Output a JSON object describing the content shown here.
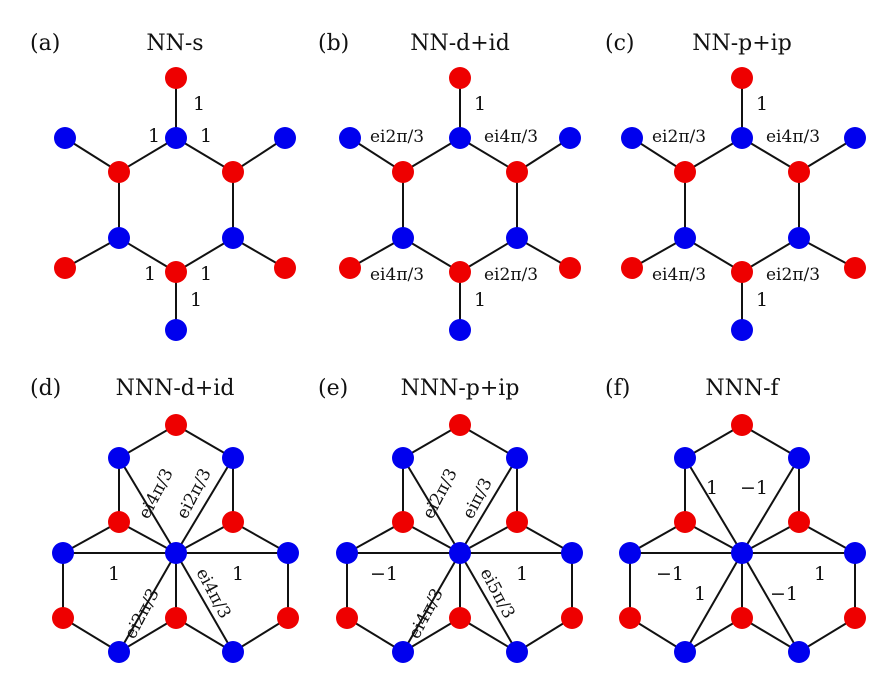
{
  "colors": {
    "site_a": "#ee0000",
    "site_b": "#0000ee",
    "bond": "#111111"
  },
  "panels": [
    {
      "tag": "(a)",
      "title": "NN-s",
      "labels": [
        "1",
        "1",
        "1",
        "1",
        "1",
        "1"
      ]
    },
    {
      "tag": "(b)",
      "title": "NN-d+id",
      "labels": [
        "1",
        "ei2π/3",
        "ei4π/3",
        "ei4π/3",
        "ei2π/3",
        "1"
      ]
    },
    {
      "tag": "(c)",
      "title": "NN-p+ip",
      "labels": [
        "1",
        "ei2π/3",
        "ei4π/3",
        "ei4π/3",
        "ei2π/3",
        "1"
      ]
    },
    {
      "tag": "(d)",
      "title": "NNN-d+id",
      "labels": [
        "ei4π/3",
        "ei2π/3",
        "1",
        "1",
        "ei2π/3",
        "ei4π/3"
      ]
    },
    {
      "tag": "(e)",
      "title": "NNN-p+ip",
      "labels": [
        "ei2π/3",
        "eiπ/3",
        "−1",
        "1",
        "ei4π/3",
        "ei5π/3"
      ]
    },
    {
      "tag": "(f)",
      "title": "NNN-f",
      "labels": [
        "1",
        "−1",
        "−1",
        "1",
        "1",
        "−1"
      ]
    }
  ]
}
